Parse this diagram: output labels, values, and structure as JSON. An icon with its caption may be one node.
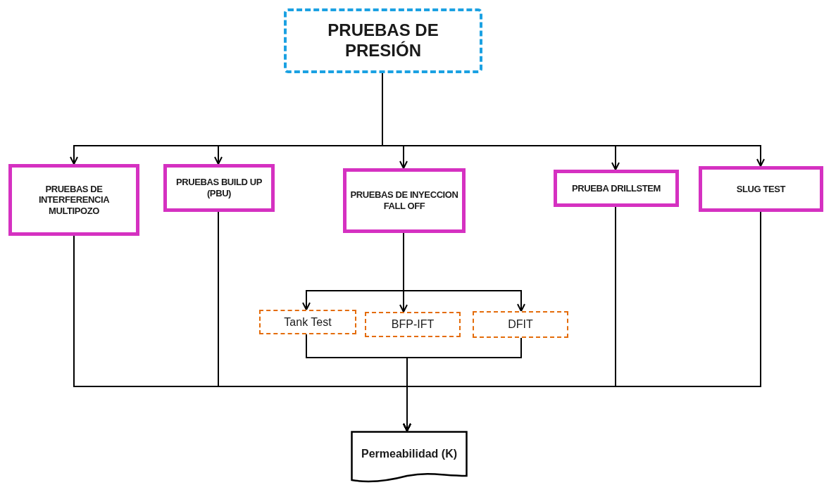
{
  "diagram": {
    "nodes": [
      {
        "text": [
          "PRUEBAS DE PRESIÓN"
        ]
      },
      {
        "text": [
          "PRUEBAS DE INTERFERENCIA MULTIPOZO"
        ]
      },
      {
        "text": [
          "PRUEBAS BUILD UP (PBU)"
        ]
      },
      {
        "text": [
          "PRUEBAS DE INYECCION FALL OFF"
        ]
      },
      {
        "text": [
          "PRUEBA DRILLSTEM"
        ]
      },
      {
        "text": [
          "SLUG TEST"
        ]
      },
      {
        "text": [
          "Tank Test"
        ]
      },
      {
        "text": [
          "BFP-IFT"
        ]
      },
      {
        "text": [
          "DFIT"
        ]
      },
      {
        "text": [
          "Permeabilidad (K)"
        ]
      }
    ],
    "edges": [
      {
        "from": 0,
        "to": 1,
        "arrow": "to"
      },
      {
        "from": 0,
        "to": 2,
        "arrow": "to"
      },
      {
        "from": 0,
        "to": 3,
        "arrow": "to"
      },
      {
        "from": 0,
        "to": 4,
        "arrow": "to"
      },
      {
        "from": 0,
        "to": 5,
        "arrow": "to"
      },
      {
        "from": 3,
        "to": 6,
        "arrow": "to"
      },
      {
        "from": 3,
        "to": 7,
        "arrow": "to"
      },
      {
        "from": 3,
        "to": 8,
        "arrow": "to"
      },
      {
        "from": 6,
        "to": 9,
        "arrow": "to"
      },
      {
        "from": 8,
        "to": 9,
        "arrow": "to"
      },
      {
        "from": 1,
        "to": 9,
        "arrow": "to"
      },
      {
        "from": 2,
        "to": 9,
        "arrow": "to"
      },
      {
        "from": 4,
        "to": 9,
        "arrow": "to"
      },
      {
        "from": 5,
        "to": 9,
        "arrow": "to"
      }
    ]
  }
}
